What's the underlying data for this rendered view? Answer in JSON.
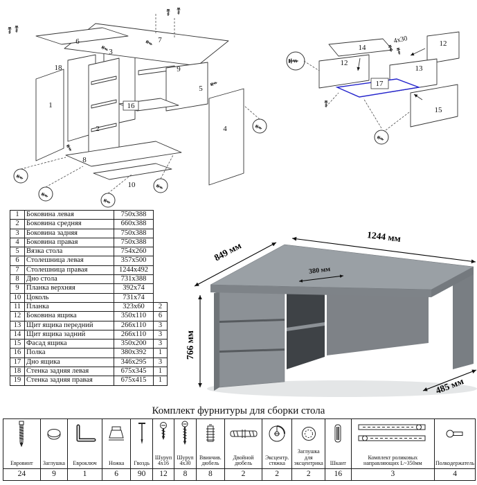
{
  "colors": {
    "accent_blue": "#2323cc",
    "desk_gray": "#9aa0a5"
  },
  "exploded_main": {
    "labels": [
      "6",
      "7",
      "18",
      "1",
      "16",
      "2",
      "8",
      "5",
      "4",
      "3",
      "9",
      "10"
    ]
  },
  "exploded_drawer": {
    "labels": [
      "14",
      "12",
      "12",
      "13",
      "17",
      "15"
    ],
    "note": "4x30"
  },
  "parts": {
    "rows_a": [
      {
        "num": "1",
        "name": "Боковина левая",
        "size": "750x388"
      },
      {
        "num": "2",
        "name": "Боковина средняя",
        "size": "660x388"
      },
      {
        "num": "3",
        "name": "Боковина задняя",
        "size": "750x388"
      },
      {
        "num": "4",
        "name": "Боковина правая",
        "size": "750x388"
      },
      {
        "num": "5",
        "name": "Вязка стола",
        "size": "754x260"
      },
      {
        "num": "6",
        "name": "Столешница левая",
        "size": "357x500"
      },
      {
        "num": "7",
        "name": "Столешница правая",
        "size": "1244x492"
      },
      {
        "num": "8",
        "name": "Дно стола",
        "size": "731x388"
      },
      {
        "num": "9",
        "name": "Планка верхняя",
        "size": "392x74"
      },
      {
        "num": "10",
        "name": "Цоколь",
        "size": "731x74"
      }
    ],
    "rows_b": [
      {
        "num": "11",
        "name": "Планка",
        "size": "323x60",
        "qty": "2"
      },
      {
        "num": "12",
        "name": "Боковина ящика",
        "size": "350x110",
        "qty": "6"
      },
      {
        "num": "13",
        "name": "Щит ящика передний",
        "size": "266x110",
        "qty": "3"
      },
      {
        "num": "14",
        "name": "Щит ящика задний",
        "size": "266x110",
        "qty": "3"
      },
      {
        "num": "15",
        "name": "Фасад ящика",
        "size": "350x200",
        "qty": "3"
      },
      {
        "num": "16",
        "name": "Полка",
        "size": "380x392",
        "qty": "1"
      },
      {
        "num": "17",
        "name": "Дно ящика",
        "size": "346x295",
        "qty": "3"
      },
      {
        "num": "18",
        "name": "Стенка задняя левая",
        "size": "675x345",
        "qty": "1"
      },
      {
        "num": "19",
        "name": "Стенка задняя правая",
        "size": "675x415",
        "qty": "1"
      }
    ]
  },
  "desk": {
    "dims": {
      "w_left": "849 мм",
      "w_right": "1244 мм",
      "height": "766 мм",
      "shelf": "380 мм",
      "depth": "485 мм"
    }
  },
  "hardware": {
    "title": "Комплект фурнитуры для сборки стола",
    "items": [
      {
        "label": "Евровинт",
        "qty": "24",
        "icon": "euro-screw-icon"
      },
      {
        "label": "Заглушка",
        "qty": "9",
        "icon": "cap-icon"
      },
      {
        "label": "Евроключ",
        "qty": "1",
        "icon": "hex-key-icon"
      },
      {
        "label": "Ножка",
        "qty": "6",
        "icon": "foot-icon"
      },
      {
        "label": "Гвоздь",
        "qty": "90",
        "icon": "nail-icon"
      },
      {
        "label": "Шуруп 4x16",
        "qty": "12",
        "icon": "screw-4x16-icon"
      },
      {
        "label": "Шуруп 4x30",
        "qty": "8",
        "icon": "screw-4x30-icon"
      },
      {
        "label": "Ввинчив. дюбель",
        "qty": "8",
        "icon": "screw-in-dowel-icon"
      },
      {
        "label": "Двойной дюбель",
        "qty": "2",
        "icon": "double-dowel-icon"
      },
      {
        "label": "Эксцентр. стяжка",
        "qty": "2",
        "icon": "cam-lock-icon"
      },
      {
        "label": "Заглушка для эксцентрика",
        "qty": "2",
        "icon": "cam-cap-icon"
      },
      {
        "label": "Шкант",
        "qty": "16",
        "icon": "wood-dowel-icon"
      },
      {
        "label": "Комплект роликовых направляющих L~350мм",
        "qty": "3",
        "icon": "drawer-slides-icon"
      },
      {
        "label": "Полкодержатель",
        "qty": "4",
        "icon": "shelf-pin-icon"
      }
    ]
  }
}
